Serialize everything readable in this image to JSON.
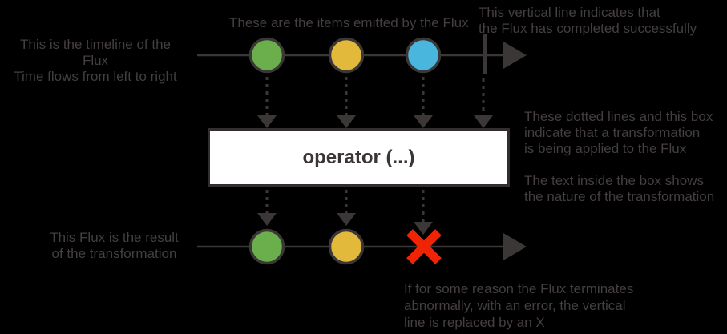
{
  "labels": {
    "timeline_intro": "This is the timeline of the Flux\nTime flows from left to right",
    "items_emitted": "These are the items emitted by the Flux",
    "complete_line": "This vertical line indicates that\nthe Flux has completed successfully",
    "transformation": "These dotted lines and this box\nindicate that a transformation\nis being applied to the Flux",
    "box_text": "The text inside the box shows\nthe nature of the transformation",
    "result": "This Flux is the result\nof the transformation",
    "error": "If for some reason the Flux terminates\nabnormally, with an error, the vertical\nline is replaced by an X"
  },
  "operator_box": {
    "label": "operator (...)"
  },
  "marbles": {
    "top": [
      "green",
      "yellow",
      "blue"
    ],
    "bottom": [
      "green",
      "yellow",
      "error-x"
    ]
  },
  "colors": {
    "marble_green": "#6aaf4b",
    "marble_yellow": "#e3b93c",
    "marble_blue": "#49b7dd",
    "error_red": "#ee2405",
    "line": "#3c3737",
    "text": "#453f3f",
    "box_bg": "#ffffff",
    "box_border": "#332e2e",
    "box_text": "#3b3535"
  }
}
